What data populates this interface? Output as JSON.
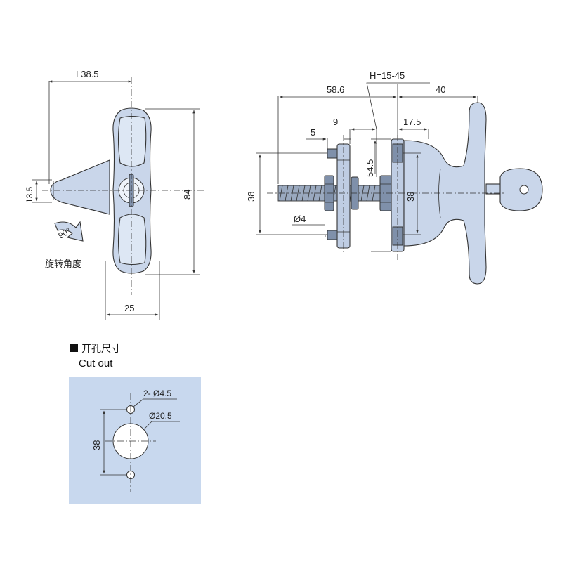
{
  "labels": {
    "front_width": "L38.5",
    "front_height": "84",
    "front_cam": "13.5",
    "front_base": "25",
    "rotation_cn": "旋转角度",
    "rotation_angle": "90°",
    "side_h_range": "H=15-45",
    "side_length": "58.6",
    "side_head": "40",
    "side_9": "9",
    "side_5": "5",
    "side_17_5": "17.5",
    "side_54_5": "54.5",
    "side_38_left": "38",
    "side_38_right": "38",
    "side_d4": "Ø4",
    "cutout_title_cn": "开孔尺寸",
    "cutout_title_en": "Cut out",
    "cutout_holes": "2- Ø4.5",
    "cutout_main": "Ø20.5",
    "cutout_spacing": "38"
  },
  "colors": {
    "part_fill": "#c9d6ea",
    "cutout_bg": "#c8d8ee",
    "line": "#333333"
  }
}
